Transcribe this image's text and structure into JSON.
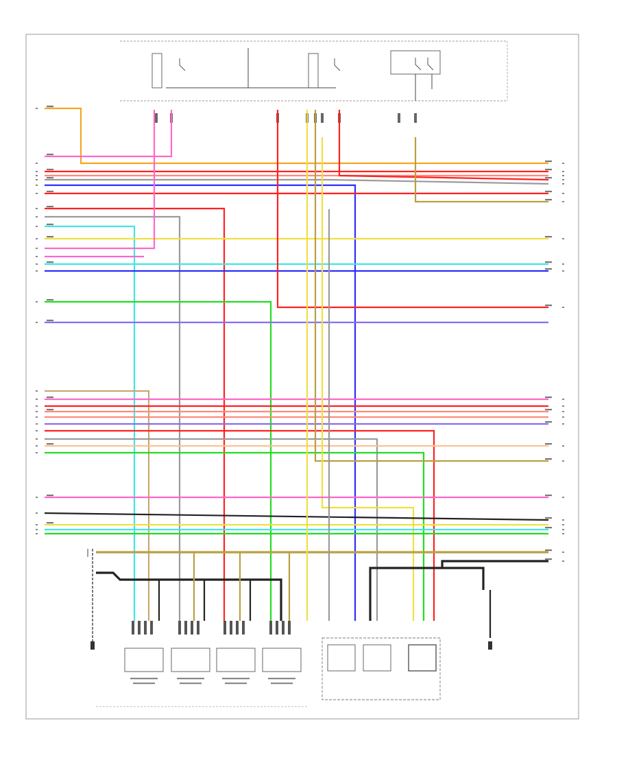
{
  "diagram": {
    "footer_code": "",
    "colors": {
      "orange": "#f5a623",
      "pink": "#ff66cc",
      "red": "#ff2020",
      "grey": "#9a9a9a",
      "blue": "#2d2dff",
      "cyan": "#40e6e6",
      "yellow": "#f0e040",
      "green": "#22dd22",
      "olive": "#b8a040",
      "salmon": "#ff8a7a",
      "peach": "#ffc090",
      "black": "#222222",
      "violet": "#8a6df0",
      "tan": "#c8a870"
    },
    "components": [
      {
        "id": "injector-1",
        "label": ""
      },
      {
        "id": "injector-2",
        "label": ""
      },
      {
        "id": "injector-3",
        "label": ""
      },
      {
        "id": "injector-4",
        "label": ""
      },
      {
        "id": "throttle-actuator",
        "label": ""
      },
      {
        "id": "ground-left",
        "label": ""
      },
      {
        "id": "ground-right",
        "label": ""
      }
    ],
    "bottom_group_label": "",
    "actuator_group_label": ""
  }
}
